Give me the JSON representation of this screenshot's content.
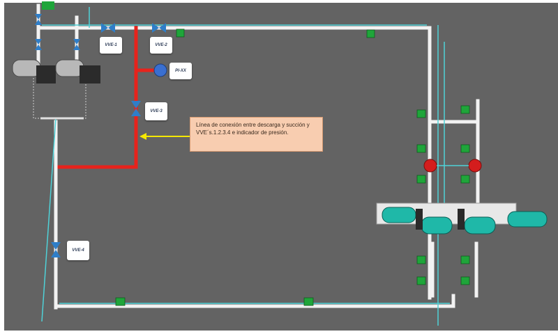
{
  "valves": {
    "vve1": "VVE-1",
    "vve2": "VVE-2",
    "vve3": "VVE-3",
    "vve4": "VVE-4",
    "pi": "PI-XX"
  },
  "callout": {
    "text": "Línea de conexión entre descarga y succión y VVE´s.1.2.3.4 e indicador de presión."
  },
  "colors": {
    "background": "#636363",
    "pipe": "#f2f2f2",
    "red_line": "#e8231c",
    "cyan_line": "#4fd2d8",
    "callout_fill": "#f8cdb0",
    "callout_arrow": "#f5e800",
    "valve": "#2f7ec8",
    "pressure_gauge": "#3a6fd0",
    "support": "#1fa53a"
  }
}
